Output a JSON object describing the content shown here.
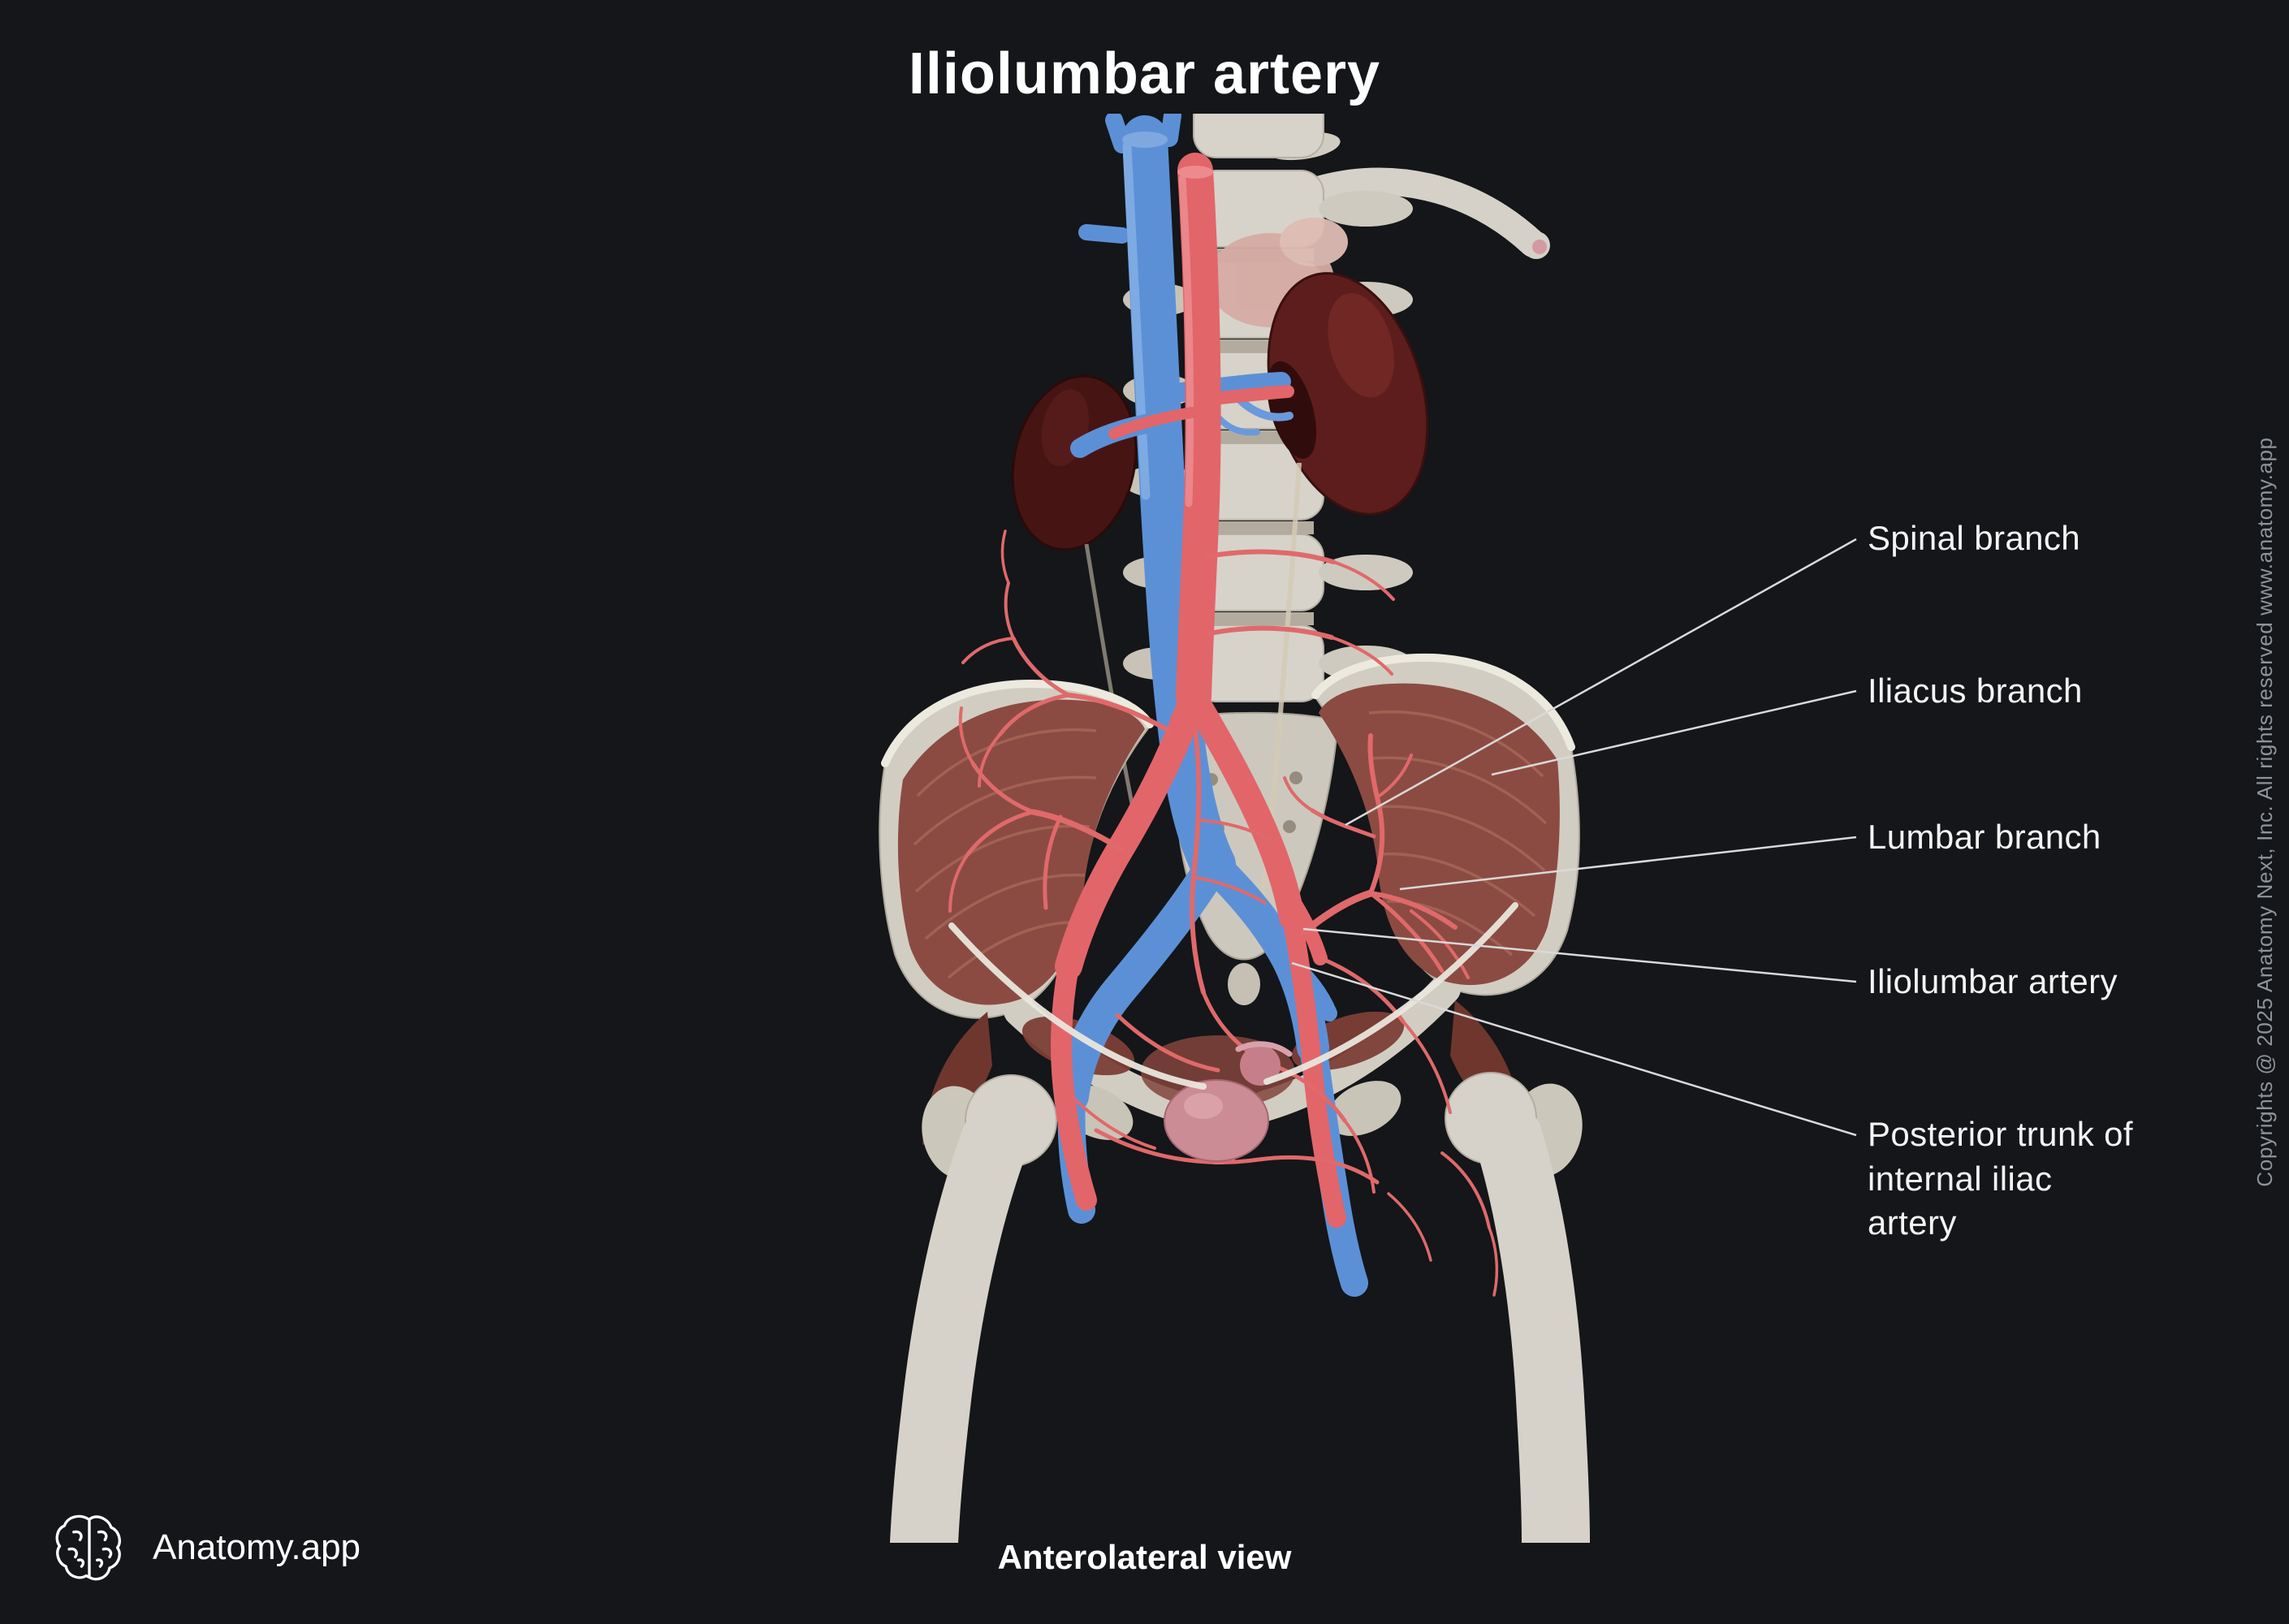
{
  "header": {
    "title": "Iliolumbar artery"
  },
  "annotations": [
    {
      "label": "Spinal branch"
    },
    {
      "label": "Iliacus branch"
    },
    {
      "label": "Lumbar branch"
    },
    {
      "label": "Iliolumbar artery"
    },
    {
      "label": "Posterior trunk of internal iliac artery"
    }
  ],
  "footer": {
    "brand": "Anatomy.app",
    "view": "Anterolateral view",
    "logo_icon": "anatomy-brain-logo"
  },
  "sidebar": {
    "copyright": "Copyrights @ 2025 Anatomy Next, Inc. All rights reserved www.anatomy.app"
  },
  "theme": {
    "background": "#141619",
    "leader_line": "#d9d9d9",
    "artery": "#e2656a",
    "vein": "#5c90d6",
    "bone": "#d6d2c9",
    "muscle": "#8c4b42",
    "kidney": "#5d1d1c",
    "label_text": "#f4f4f4"
  }
}
